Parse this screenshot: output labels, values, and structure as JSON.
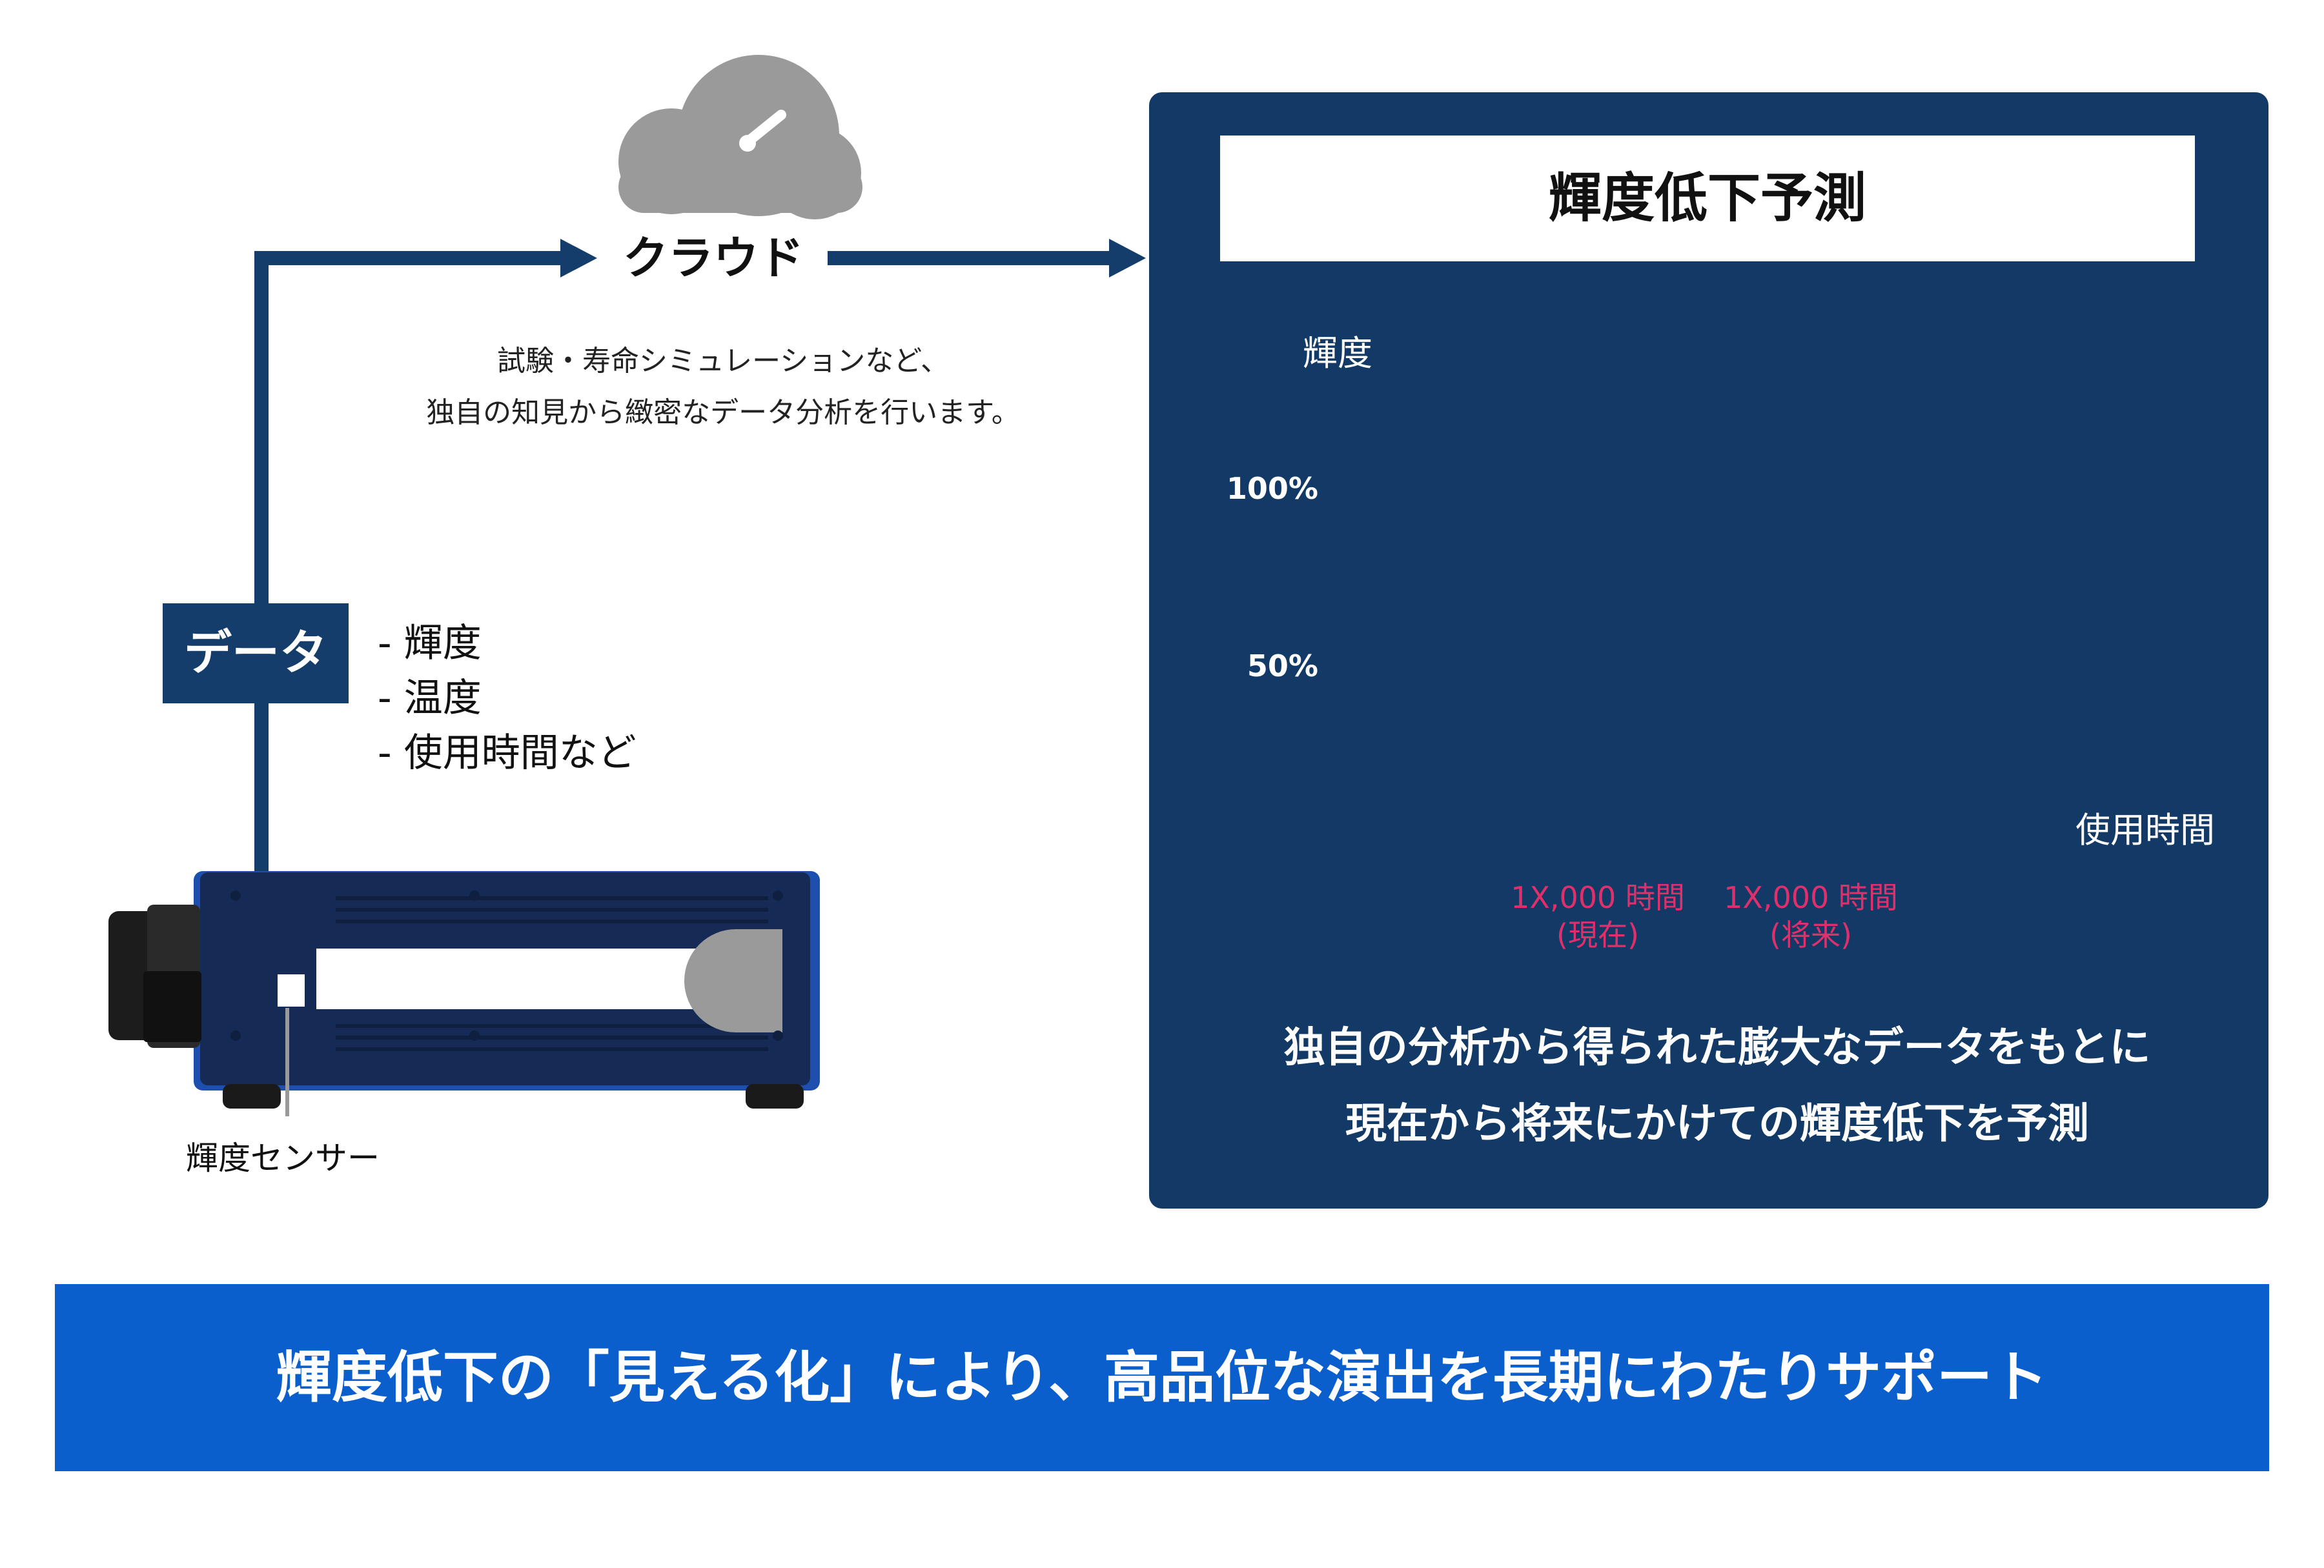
{
  "left": {
    "cloud_label": "クラウド",
    "cloud_description": [
      "試験・寿命シミュレーションなど、",
      "独自の知見から緻密なデータ分析を行います。"
    ],
    "data_box_label": "データ",
    "data_items": [
      "- 輝度",
      "- 温度",
      "- 使用時間など"
    ],
    "sensor_label": "輝度センサー"
  },
  "panel": {
    "title": "輝度低下予測",
    "caption": [
      "独自の分析から得られた膨大なデータをもとに",
      "現在から将来にかけての輝度低下を予測"
    ]
  },
  "chart_data": {
    "type": "area",
    "ylabel": "輝度",
    "xlabel": "使用時間",
    "y_ticks": [
      "100%",
      "50%"
    ],
    "markers": [
      {
        "line1": "1X,000 時間",
        "line2": "(現在)"
      },
      {
        "line1": "1X,000 時間",
        "line2": "(将来)"
      }
    ]
  },
  "banner": {
    "text": "輝度低下の「見える化」により、高品位な演出を長期にわたりサポート"
  },
  "colors": {
    "navy": "#133a66",
    "accent_blue": "#0a5fcc",
    "band_yellow": "#ffe12e",
    "marker_pink": "#e0306c",
    "cloud_gray": "#9a9a9a"
  }
}
